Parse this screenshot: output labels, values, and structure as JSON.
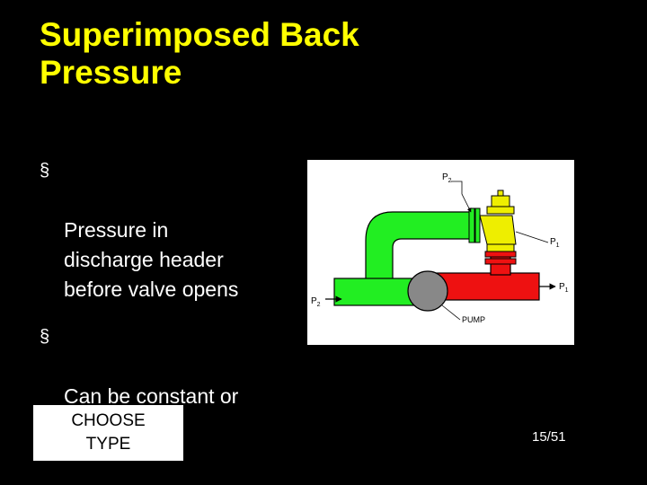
{
  "slide": {
    "title": "Superimposed Back\nPressure",
    "bullets": [
      {
        "text": "Pressure in\ndischarge header\nbefore  valve opens"
      },
      {
        "text": "Can be constant or\nvariable"
      }
    ],
    "bullet_glyph": "§",
    "choose_button": "CHOOSE\nTYPE",
    "page_number": "15/51"
  },
  "diagram": {
    "labels": {
      "p2_top": "P",
      "p2_top_sub": "2",
      "p1_right_upper": "P",
      "p1_right_upper_sub": "1",
      "p1_right_lower": "P",
      "p1_right_lower_sub": "1",
      "p2_left": "P",
      "p2_left_sub": "2",
      "pump": "PUMP"
    },
    "colors": {
      "discharge_pipe": "#22ee22",
      "header_pipe": "#ee1111",
      "valve": "#eeee00",
      "pump": "#888888"
    }
  }
}
